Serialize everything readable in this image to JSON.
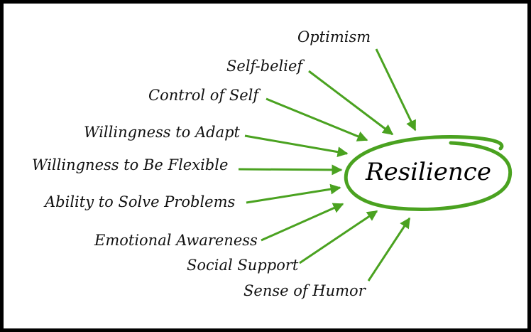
{
  "center_label": "Resilience",
  "accent_color": "#4aa220",
  "factors": [
    "Optimism",
    "Self-belief",
    "Control of Self",
    "Willingness to Adapt",
    "Willingness to Be Flexible",
    "Ability to Solve Problems",
    "Emotional Awareness",
    "Social Support",
    "Sense of Humor"
  ]
}
